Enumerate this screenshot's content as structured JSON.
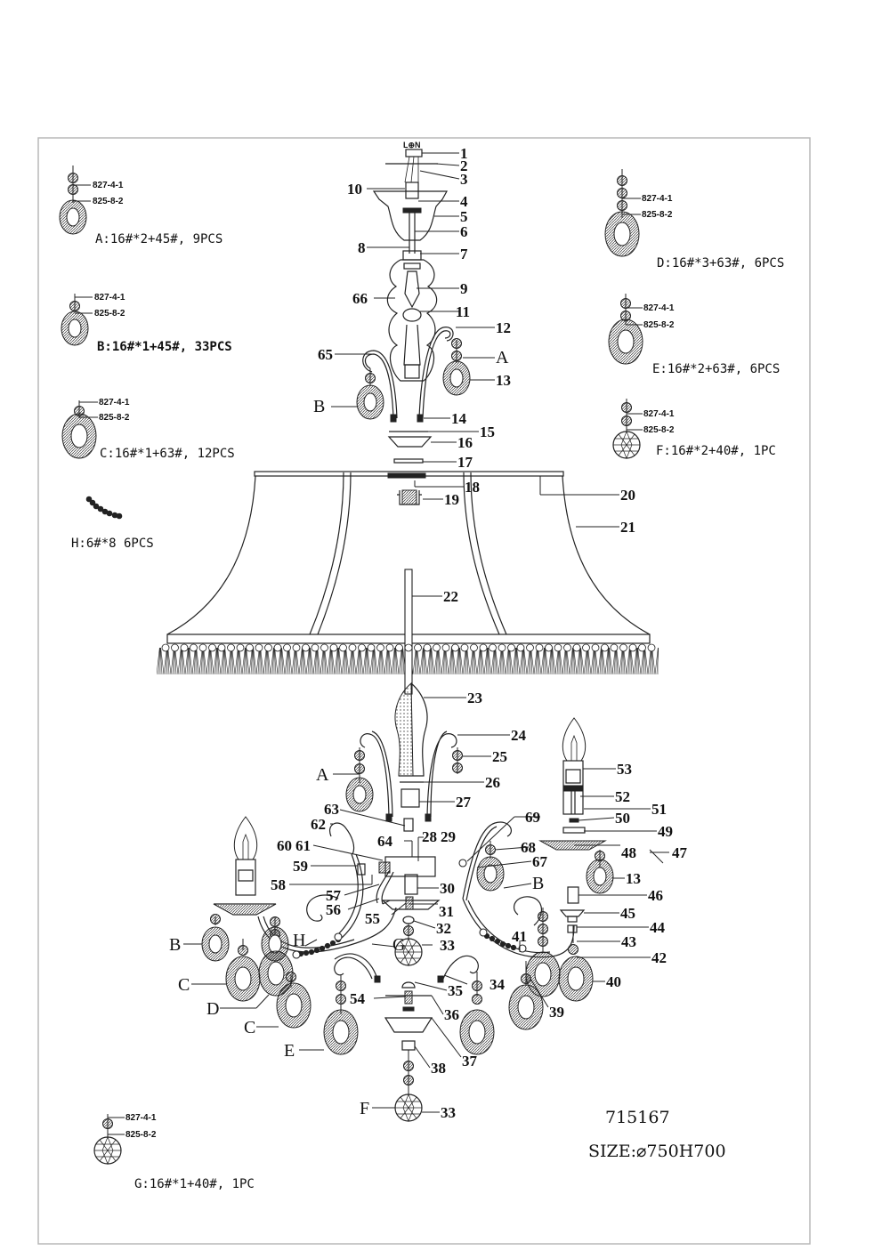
{
  "model_number": "715167",
  "size_label": "SIZE:⌀750H700",
  "wiring_label": "L⊕N",
  "bead_codes": {
    "top": "827-4-1",
    "bottom": "825-8-2"
  },
  "legend": {
    "A": "A:16#*2+45#, 9PCS",
    "B": "B:16#*1+45#, 33PCS",
    "C": "C:16#*1+63#, 12PCS",
    "D": "D:16#*3+63#, 6PCS",
    "E": "E:16#*2+63#, 6PCS",
    "F": "F:16#*2+40#, 1PC",
    "G": "G:16#*1+40#, 1PC",
    "H": "H:6#*8 6PCS"
  },
  "part_labels": {
    "p1": "1",
    "p2": "2",
    "p3": "3",
    "p4": "4",
    "p5": "5",
    "p6": "6",
    "p7": "7",
    "p8": "8",
    "p9": "9",
    "p10": "10",
    "p11": "11",
    "p12": "12",
    "p13": "13",
    "p13b": "13",
    "p14": "14",
    "p15": "15",
    "p16": "16",
    "p17": "17",
    "p18": "18",
    "p19": "19",
    "p20": "20",
    "p21": "21",
    "p22": "22",
    "p23": "23",
    "p24": "24",
    "p25": "25",
    "p26": "26",
    "p27": "27",
    "p28": "28",
    "p29": "29",
    "p30": "30",
    "p31": "31",
    "p32": "32",
    "p33": "33",
    "p33b": "33",
    "p34": "34",
    "p35": "35",
    "p36": "36",
    "p37": "37",
    "p38": "38",
    "p39": "39",
    "p40": "40",
    "p41": "41",
    "p42": "42",
    "p43": "43",
    "p44": "44",
    "p45": "45",
    "p46": "46",
    "p47": "47",
    "p48": "48",
    "p49": "49",
    "p50": "50",
    "p51": "51",
    "p52": "52",
    "p53": "53",
    "p54": "54",
    "p55": "55",
    "p56": "56",
    "p57": "57",
    "p58": "58",
    "p59": "59",
    "p60": "60",
    "p61": "61",
    "p62": "62",
    "p63": "63",
    "p64": "64",
    "p65": "65",
    "p66": "66",
    "p67": "67",
    "p68": "68",
    "p69": "69"
  },
  "pendant_callouts": {
    "a_top": "A",
    "b_top": "B",
    "a_low": "A",
    "b_right": "B",
    "b_left": "B",
    "c_left1": "C",
    "d_left": "D",
    "c_left2": "C",
    "e_left": "E",
    "h_left": "H",
    "g_center": "G",
    "f_bottom": "F"
  }
}
